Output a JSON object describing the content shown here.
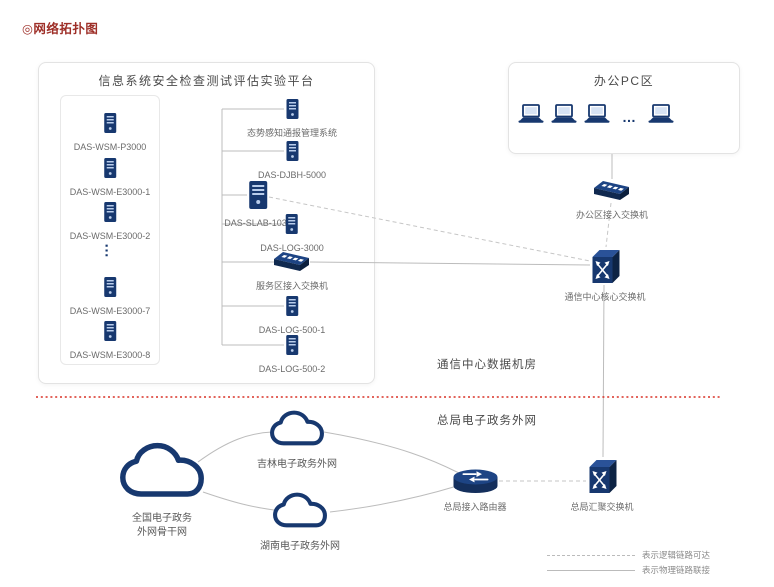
{
  "title": "◎网络拓扑图",
  "colors": {
    "navy": "#17386f",
    "title_red": "#9e2f28",
    "divider_red": "#d93025"
  },
  "platform": {
    "title": "信息系统安全检查测试评估实验平台",
    "rack": {
      "servers": [
        {
          "label": "DAS-WSM-P3000"
        },
        {
          "label": "DAS-WSM-E3000-1"
        },
        {
          "label": "DAS-WSM-E3000-2"
        },
        {
          "label": "DAS-WSM-E3000-7"
        },
        {
          "label": "DAS-WSM-E3000-8"
        }
      ],
      "ellipsis": "…"
    },
    "devices": [
      {
        "label": "态势感知通报管理系统"
      },
      {
        "label": "DAS-DJBH-5000"
      },
      {
        "label": "DAS-SLAB-1030"
      },
      {
        "label": "DAS-LOG-3000"
      },
      {
        "label": "服务区接入交换机"
      },
      {
        "label": "DAS-LOG-500-1"
      },
      {
        "label": "DAS-LOG-500-2"
      }
    ]
  },
  "office": {
    "title": "办公PC区",
    "ellipsis": "…"
  },
  "nodes": {
    "office_switch": "办公区接入交换机",
    "core_switch": "通信中心核心交换机",
    "agg_switch": "总局汇聚交换机",
    "router": "总局接入路由器"
  },
  "sections": {
    "datacenter": "通信中心数据机房",
    "extranet": "总局电子政务外网"
  },
  "clouds": {
    "national": {
      "line1": "全国电子政务",
      "line2": "外网骨干网"
    },
    "jilin": "吉林电子政务外网",
    "hunan": "湖南电子政务外网"
  },
  "legend": [
    {
      "label": "表示逻辑链路可达",
      "style": "dashed"
    },
    {
      "label": "表示物理链路联接",
      "style": "solid"
    }
  ]
}
